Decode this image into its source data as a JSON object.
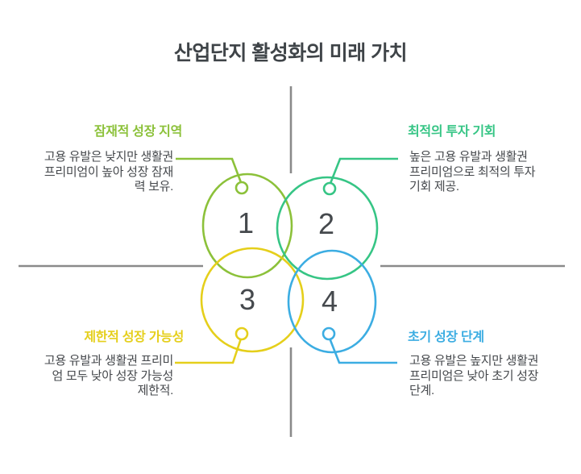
{
  "title": "산업단지 활성화의 미래 가치",
  "colors": {
    "q1": "#8cc13a",
    "q2": "#36c585",
    "q3": "#e5cf1b",
    "q4": "#3cade2",
    "axis": "#8a8a8a",
    "title": "#3f4448",
    "number": "#45494d",
    "text": "#45484c"
  },
  "quadrants": [
    {
      "number": "1",
      "label": "잠재적 성장 지역",
      "description": "고용 유발은 낮지만 생활권 프리미엄이 높아 성장 잠재력 보유.",
      "desc_lines": [
        "고용 유발은 낮지만 생활권",
        "프리미엄이 높아 성장 잠재",
        "력 보유."
      ]
    },
    {
      "number": "2",
      "label": "최적의 투자 기회",
      "description": "높은 고용 유발과 생활권 프리미엄으로 최적의 투자 기회 제공.",
      "desc_lines": [
        "높은 고용 유발과 생활권",
        "프리미엄으로 최적의 투자",
        "기회 제공."
      ]
    },
    {
      "number": "3",
      "label": "제한적 성장 가능성",
      "description": "고용 유발과 생활권 프리미엄 모두 낮아 성장 가능성 제한적.",
      "desc_lines": [
        "고용 유발과 생활권 프리미",
        "엄 모두 낮아 성장 가능성",
        "제한적."
      ]
    },
    {
      "number": "4",
      "label": "초기 성장 단계",
      "description": "고용 유발은 높지만 생활권 프리미엄은 낮아 초기 성장 단계.",
      "desc_lines": [
        "고용 유발은 높지만 생활권",
        "프리미엄은 낮아 초기 성장",
        "단계."
      ]
    }
  ]
}
